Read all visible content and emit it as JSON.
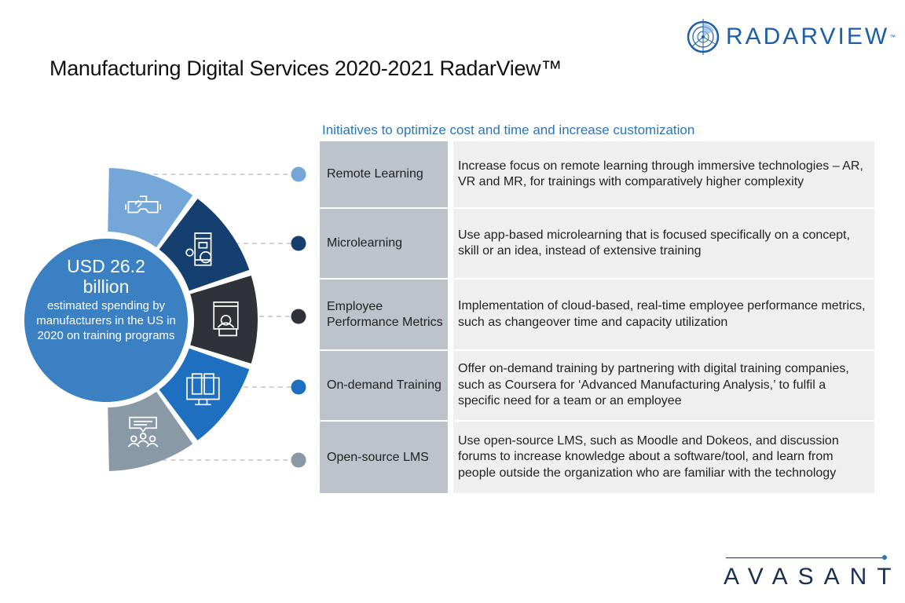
{
  "title": "Manufacturing Digital Services 2020-2021  RadarView™",
  "logo": {
    "name": "RADARVIEW",
    "tm": "™"
  },
  "center": {
    "amount_line1": "USD 26.2",
    "amount_line2": "billion",
    "description": "estimated spending by manufacturers in the US in 2020 on training programs"
  },
  "subheading": "Initiatives to optimize cost and time and increase customization",
  "initiatives": [
    {
      "name": "Remote Learning",
      "description": "Increase focus on remote learning through immersive technologies – AR, VR and MR, for trainings with comparatively higher complexity",
      "color": "#74a7d8",
      "icon": "vr-headset-icon"
    },
    {
      "name": "Microlearning",
      "description": "Use app-based microlearning that is focused specifically on a concept, skill or an idea, instead of extensive training",
      "color": "#143f6e",
      "icon": "mobile-app-icon"
    },
    {
      "name": "Employee Performance Metrics",
      "description": "Implementation of cloud-based, real-time employee performance metrics, such as changeover time and capacity utilization",
      "color": "#2f3239",
      "icon": "employee-rating-icon"
    },
    {
      "name": "On-demand Training",
      "description": "Offer on-demand training by partnering with digital training companies, such as Coursera for ‘Advanced Manufacturing Analysis,’ to fulfil a specific need for a team or an employee",
      "color": "#1f6fc1",
      "icon": "online-book-icon"
    },
    {
      "name": "Open-source LMS",
      "description": "Use open-source LMS, such as Moodle and Dokeos, and discussion forums to increase knowledge about a software/tool, and learn from people outside the organization who are familiar with the technology",
      "color": "#8a99a6",
      "icon": "discussion-forum-icon"
    }
  ],
  "footer_logo": "AVASANT"
}
